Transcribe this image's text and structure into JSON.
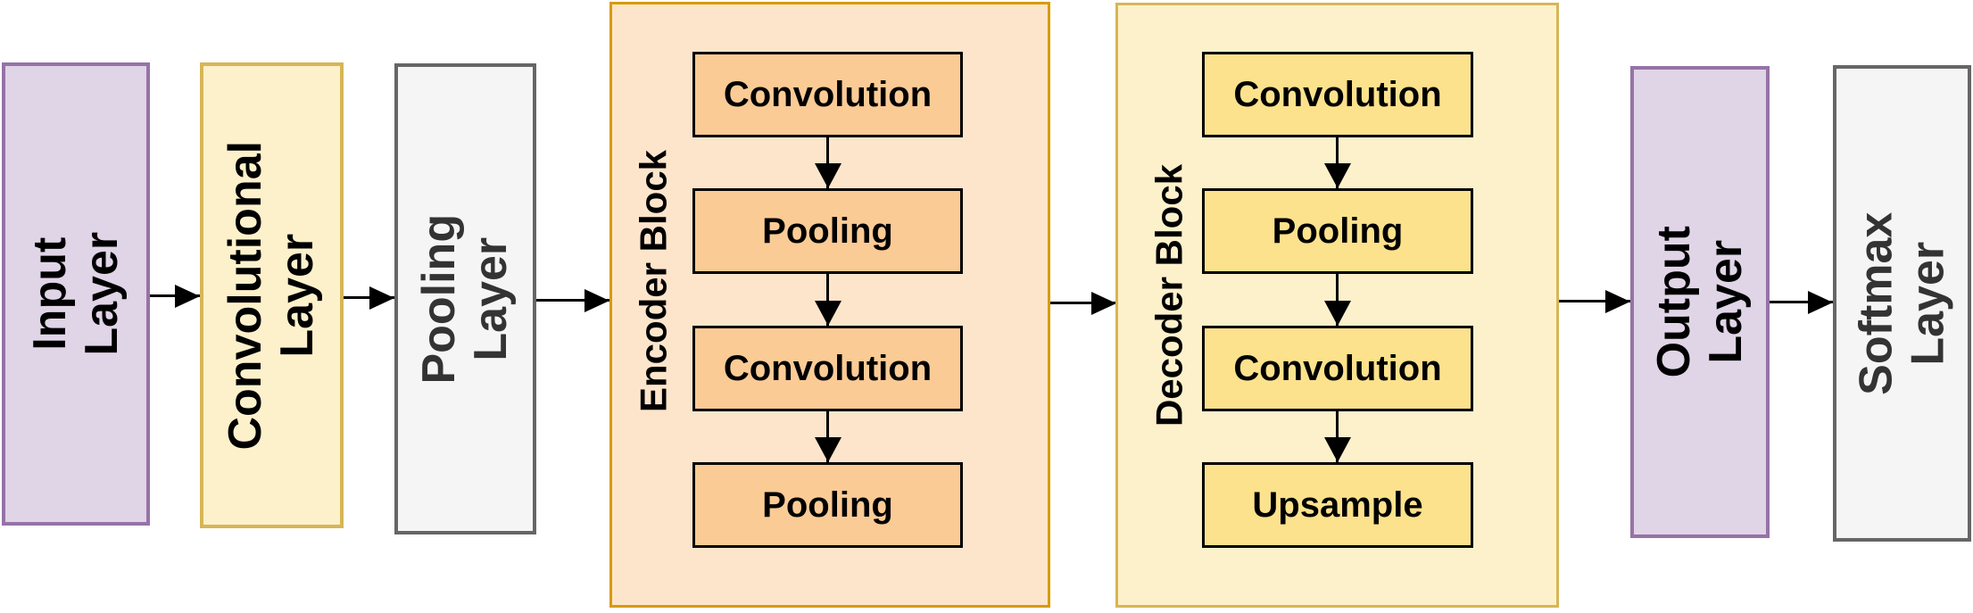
{
  "diagram": {
    "type": "cnn-encoder-decoder-architecture-flowchart",
    "nodes": {
      "input": {
        "label": "Input Layer",
        "kind": "layer"
      },
      "conv": {
        "label": "Convolutional\nLayer",
        "kind": "layer"
      },
      "pooling": {
        "label": "Pooling Layer",
        "kind": "layer"
      },
      "encoder": {
        "label": "Encoder Block",
        "kind": "block",
        "children": [
          {
            "label": "Convolution"
          },
          {
            "label": "Pooling"
          },
          {
            "label": "Convolution"
          },
          {
            "label": "Pooling"
          }
        ]
      },
      "decoder": {
        "label": "Decoder Block",
        "kind": "block",
        "children": [
          {
            "label": "Convolution"
          },
          {
            "label": "Pooling"
          },
          {
            "label": "Convolution"
          },
          {
            "label": "Upsample"
          }
        ]
      },
      "output": {
        "label": "Output Layer",
        "kind": "layer"
      },
      "softmax": {
        "label": "Softmax Layer",
        "kind": "layer"
      }
    },
    "flow": [
      "input",
      "conv",
      "pooling",
      "encoder",
      "decoder",
      "output",
      "softmax"
    ],
    "colors": {
      "background": "#FFFFFF",
      "purple_fill": "#E0D4E7",
      "purple_border": "#9673A6",
      "yellow_fill": "#FDF1CB",
      "yellow_border": "#D6B656",
      "gray_fill": "#F5F5F5",
      "gray_border": "#666666",
      "orange_block_fill": "#FCE5CB",
      "orange_block_border": "#D79B00",
      "orange_inner_fill": "#FBCB96",
      "yellow_inner_fill": "#FCE28C",
      "inner_border": "#000000",
      "arrow": "#000000",
      "label_black": "#000000",
      "label_gray": "#333333"
    }
  }
}
